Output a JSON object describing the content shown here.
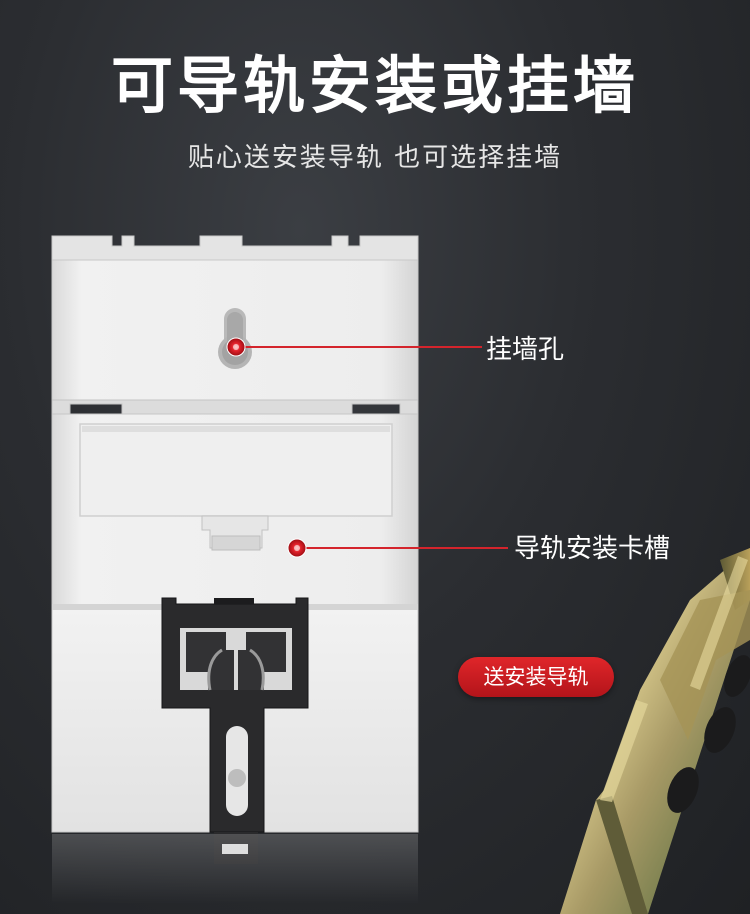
{
  "heading": {
    "title": "可导轨安装或挂墙",
    "subtitle": "贴心送安装导轨 也可选择挂墙"
  },
  "callouts": {
    "wall_hole": "挂墙孔",
    "rail_slot": "导轨安装卡槽"
  },
  "badge": {
    "label": "送安装导轨"
  },
  "colors": {
    "background": "#2a2c30",
    "device_body": "#ececec",
    "marker_red": "#e0202a",
    "badge_red": "#c81c22",
    "rail_metal": "#b9a76a"
  }
}
